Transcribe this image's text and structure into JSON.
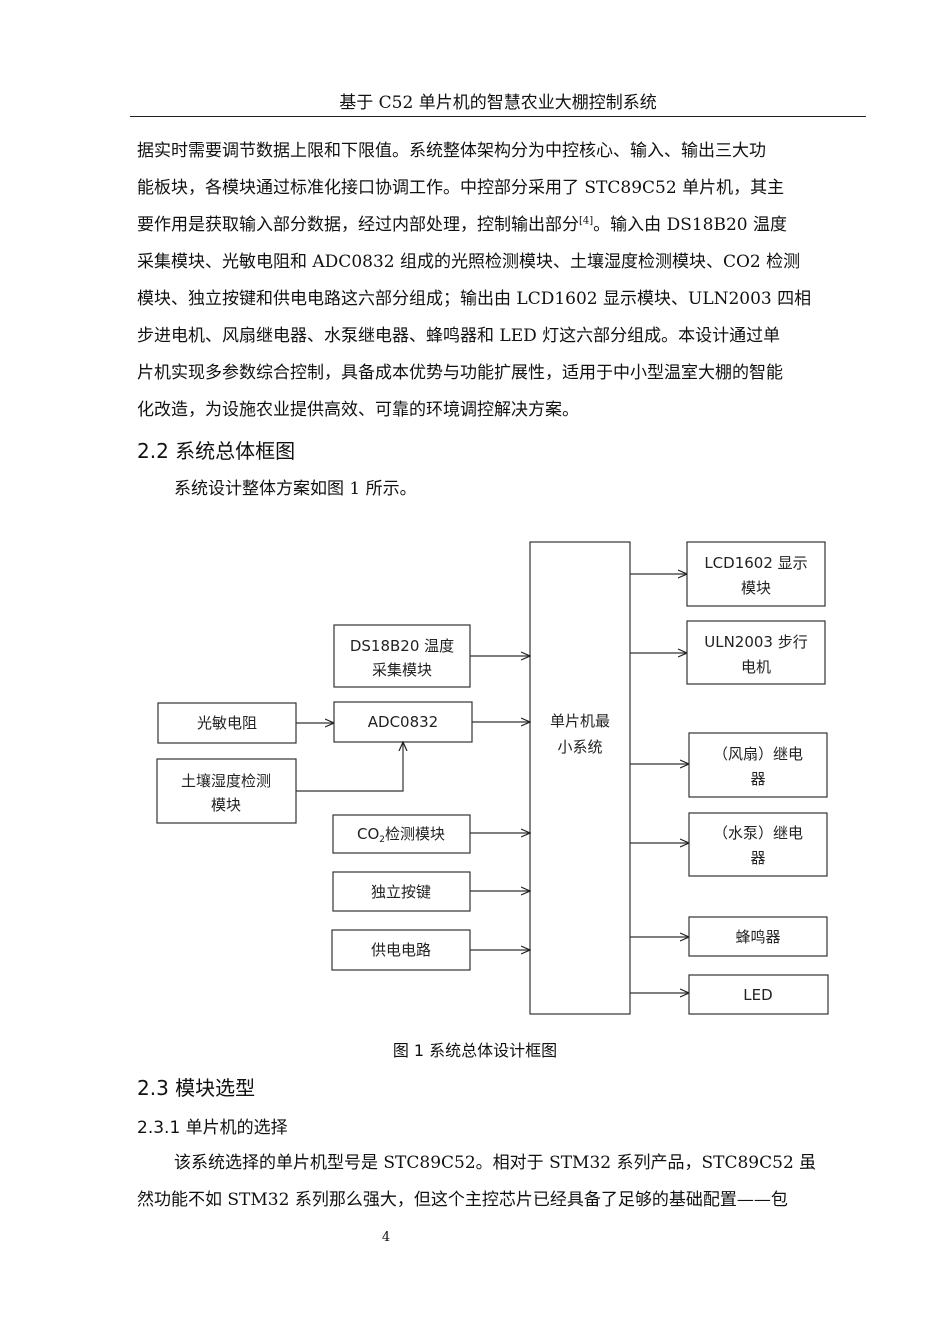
{
  "header": {
    "title": "基于 C52 单片机的智慧农业大棚控制系统"
  },
  "intro_paragraph": {
    "lines": [
      "据实时需要调节数据上限和下限值。系统整体架构分为中控核心、输入、输出三大功",
      "能板块，各模块通过标准化接口协调工作。中控部分采用了 STC89C52 单片机，其主",
      "要作用是获取输入部分数据，经过内部处理，控制输出部分",
      "采集模块、光敏电阻和 ADC0832 组成的光照检测模块、土壤湿度检测模块、CO2 检测",
      "模块、独立按键和供电电路这六部分组成；输出由 LCD1602 显示模块、ULN2003 四相",
      "步进电机、风扇继电器、水泵继电器、蜂鸣器和 LED 灯这六部分组成。本设计通过单",
      "片机实现多参数综合控制，具备成本优势与功能扩展性，适用于中小型温室大棚的智能",
      "化改造，为设施农业提供高效、可靠的环境调控解决方案。"
    ],
    "line3_cite": "[4]",
    "line3_tail": "。输入由 DS18B20 温度"
  },
  "section_2_2": {
    "heading": "2.2 系统总体框图",
    "text": "系统设计整体方案如图 1 所示。"
  },
  "diagram": {
    "center": [
      "单片机最",
      "小系统"
    ],
    "inputs": {
      "ds18b20": [
        "DS18B20 温度",
        "采集模块"
      ],
      "photoresistor": "光敏电阻",
      "adc0832": "ADC0832",
      "soil": [
        "土壤湿度检测",
        "模块"
      ],
      "co2_prefix": "CO",
      "co2_sub": "2",
      "co2_suffix": "检测模块",
      "keys": "独立按键",
      "power": "供电电路"
    },
    "outputs": {
      "lcd": [
        "LCD1602 显示",
        "模块"
      ],
      "stepper": [
        "ULN2003 步行",
        "电机"
      ],
      "fan": [
        "（风扇）继电",
        "器"
      ],
      "pump": [
        "（水泵）继电",
        "器"
      ],
      "buzzer": "蜂鸣器",
      "led": "LED"
    }
  },
  "figure_caption": "图 1 系统总体设计框图",
  "section_2_3": {
    "heading": "2.3 模块选型",
    "sub_heading": "2.3.1 单片机的选择",
    "lines": [
      "该系统选择的单片机型号是 STC89C52。相对于 STM32 系列产品，STC89C52 虽",
      "然功能不如 STM32 系列那么强大，但这个主控芯片已经具备了足够的基础配置——包"
    ]
  },
  "page_number": "4"
}
